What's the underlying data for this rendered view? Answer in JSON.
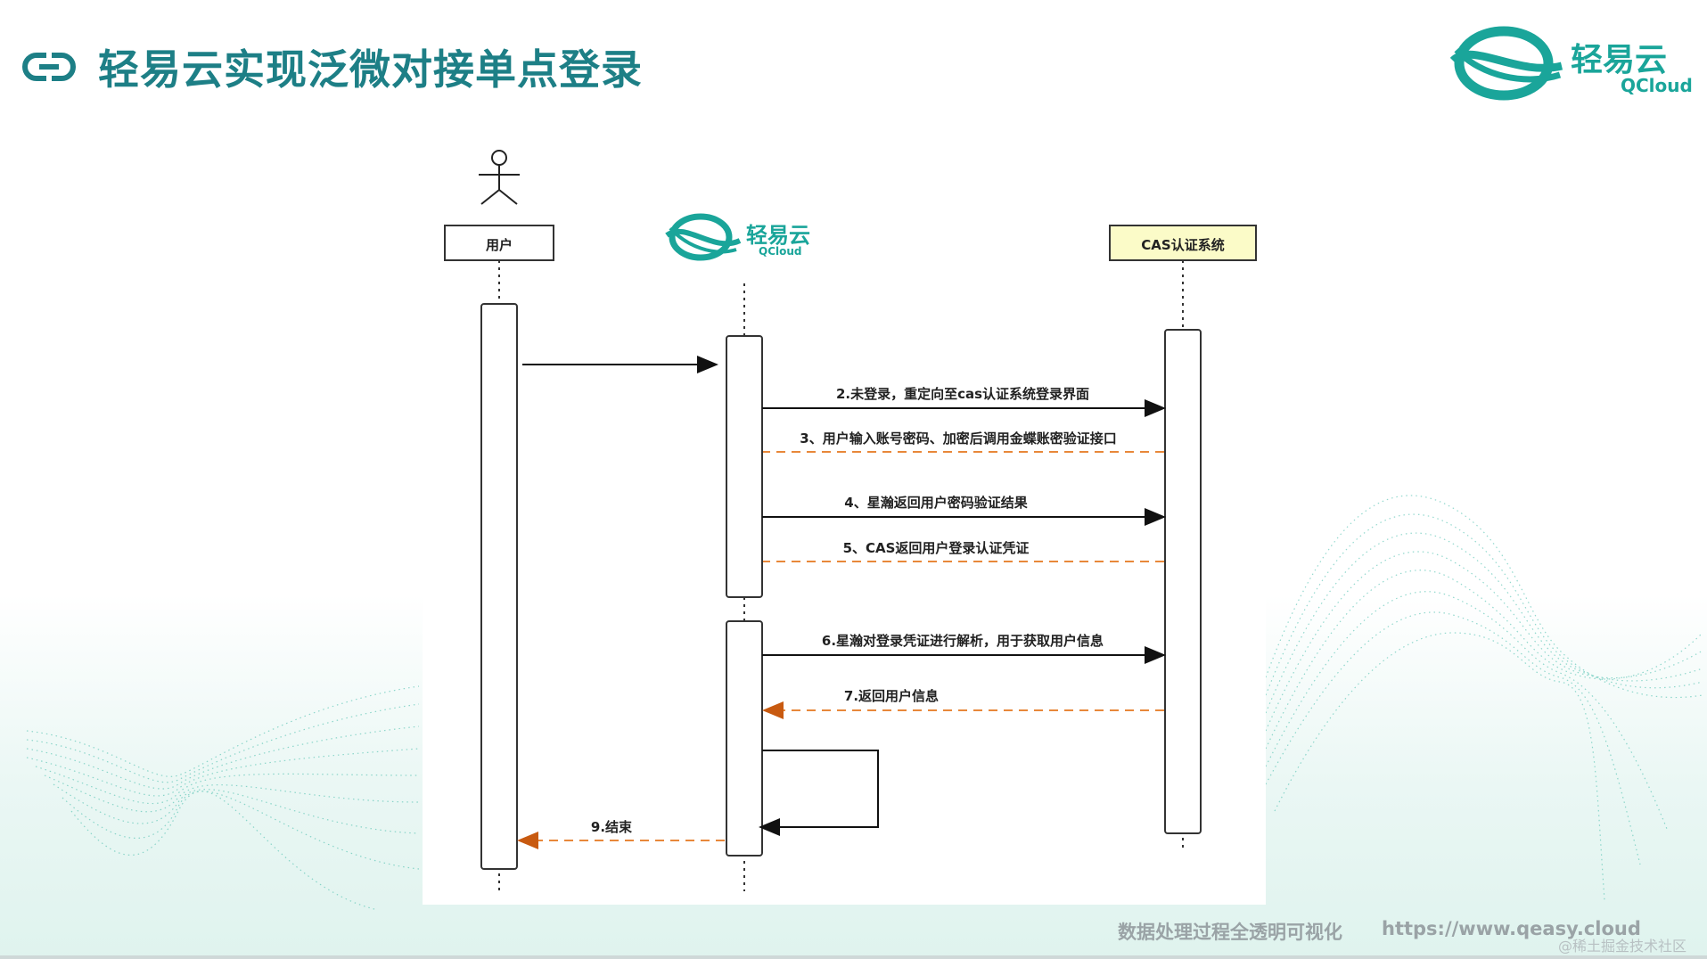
{
  "header": {
    "title": "轻易云实现泛微对接单点登录"
  },
  "brand": {
    "name_cn": "轻易云",
    "name_en": "QCloud"
  },
  "diagram": {
    "participants": {
      "user": "用户",
      "middle_logo_cn": "轻易云",
      "middle_logo_en": "QCloud",
      "cas": "CAS认证系统"
    },
    "messages": {
      "m2": "2.未登录，重定向至cas认证系统登录界面",
      "m3": "3、用户输入账号密码、加密后调用金蝶账密验证接口",
      "m4": "4、星瀚返回用户密码验证结果",
      "m5": "5、CAS返回用户登录认证凭证",
      "m6": "6.星瀚对登录凭证进行解析，用于获取用户信息",
      "m7": "7.返回用户信息",
      "m9": "9.结束"
    }
  },
  "footer": {
    "tagline": "数据处理过程全透明可视化",
    "url": "https://www.qeasy.cloud",
    "watermark": "@稀土掘金技术社区"
  },
  "colors": {
    "accent": "#1d7f86",
    "brand": "#1aa59a",
    "dashed_arrow": "#e8883a",
    "cas_box": "#fbfbc8"
  }
}
